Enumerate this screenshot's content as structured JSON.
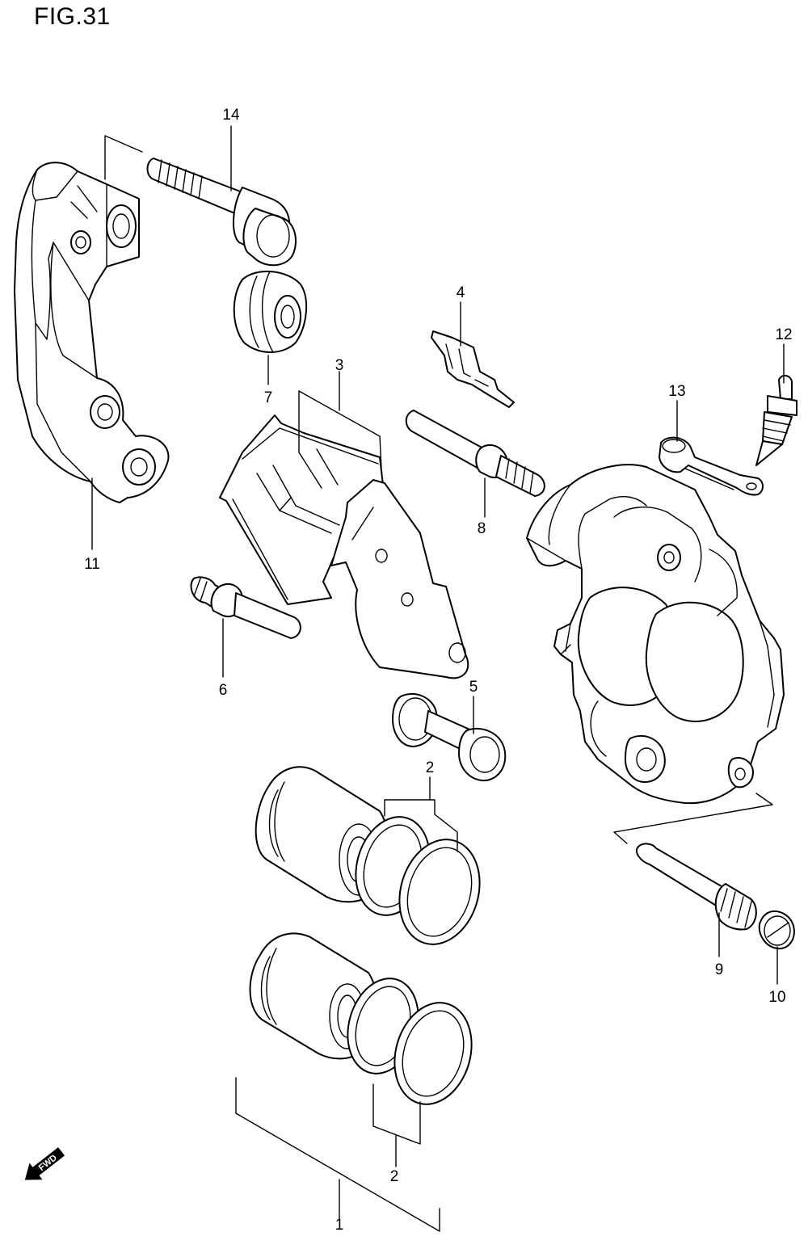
{
  "figure": {
    "title": "FIG.31"
  },
  "callouts": {
    "c1": "1",
    "c2a": "2",
    "c2b": "2",
    "c3": "3",
    "c4": "4",
    "c5": "5",
    "c6": "6",
    "c7": "7",
    "c8": "8",
    "c9": "9",
    "c10": "10",
    "c11": "11",
    "c12": "12",
    "c13": "13",
    "c14": "14"
  },
  "fwd_indicator": {
    "label": "FWD"
  }
}
